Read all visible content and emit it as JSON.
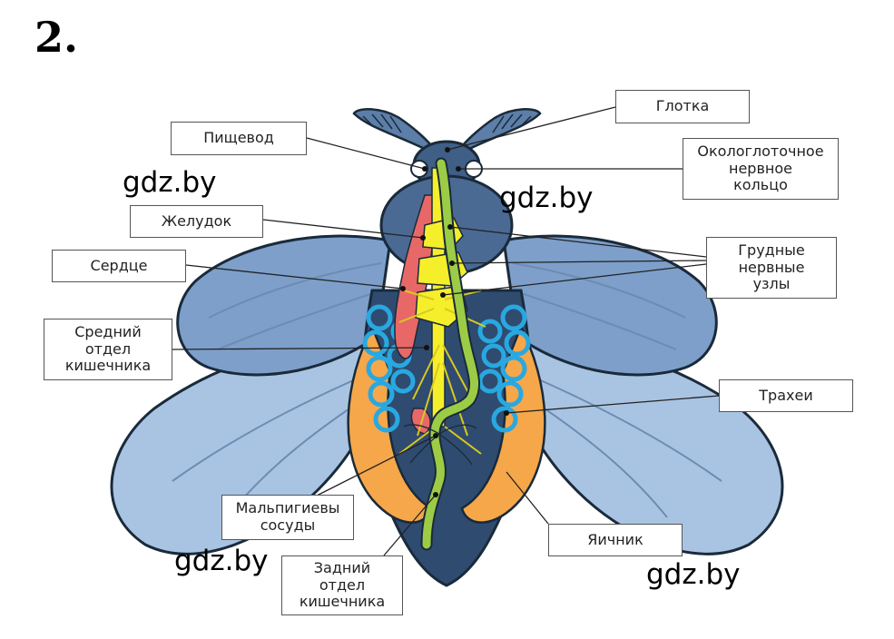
{
  "task_number": "2.",
  "labels": {
    "glotka": "Глотка",
    "pishchevod": "Пищевод",
    "okologlotochnoe": "Окологлоточное\nнервное\nкольцо",
    "zheludok": "Желудок",
    "serdtse": "Сердце",
    "grudnye": "Грудные\nнервные\nузлы",
    "sredniy": "Средний\nотдел\nкишечника",
    "trakhei": "Трахеи",
    "malpigievy": "Мальпигиевы\nсосуды",
    "yaichnik": "Яичник",
    "zadniy": "Задний\nотдел\nкишечника"
  },
  "watermarks": [
    "gdz.by",
    "gdz.by",
    "gdz.by",
    "gdz.by"
  ],
  "colors": {
    "body": "#5c7ea8",
    "wing": "#8fb0d4",
    "outline": "#1a2a3a",
    "heart": "#e86868",
    "nerve": "#f5ee2a",
    "gut": "#9ccc46",
    "trachea": "#29a8e0",
    "ovary": "#f5a74a"
  }
}
